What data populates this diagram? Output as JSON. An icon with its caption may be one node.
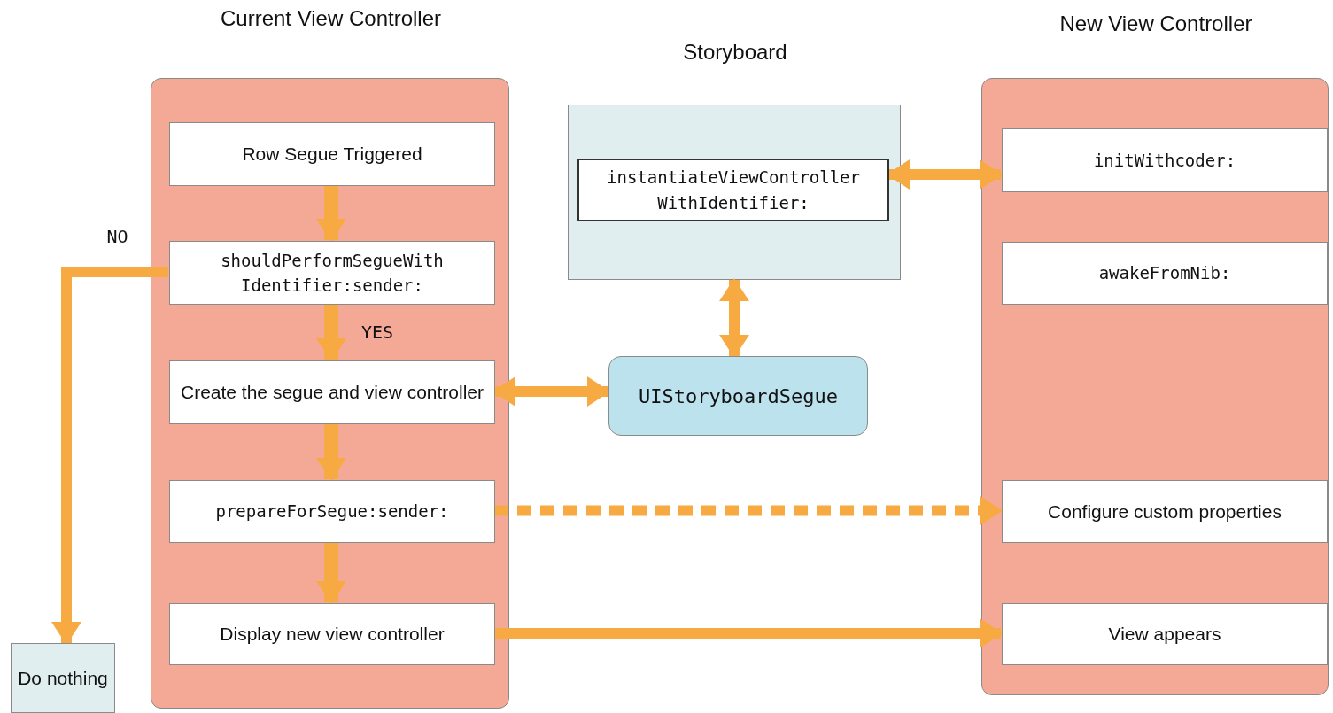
{
  "diagram": {
    "nodes": [
      {
        "text": [
          "Current View Controller"
        ]
      },
      {
        "text": [
          "Row Segue Triggered"
        ],
        "in": 0
      },
      {
        "text": [
          "shouldPerformSegueWith Identifier:sender:"
        ],
        "in": 0
      },
      {
        "text": [
          "Create the segue and view controller"
        ],
        "in": 0
      },
      {
        "text": [
          "prepareForSegue:sender:"
        ],
        "in": 0
      },
      {
        "text": [
          "Display new view controller"
        ],
        "in": 0
      },
      {
        "text": [
          "Storyboard"
        ]
      },
      {
        "text": [
          "instantiateViewController WithIdentifier:"
        ],
        "in": 6
      },
      {
        "text": [
          "UIStoryboardSegue"
        ]
      },
      {
        "text": [
          "New View Controller"
        ]
      },
      {
        "text": [
          "initWithcoder:"
        ],
        "in": 9
      },
      {
        "text": [
          "awakeFromNib:"
        ],
        "in": 9
      },
      {
        "text": [
          "Configure custom properties"
        ],
        "in": 9
      },
      {
        "text": [
          "View appears"
        ],
        "in": 9
      },
      {
        "text": [
          "Do nothing"
        ]
      }
    ],
    "edges": [
      {
        "from": 1,
        "to": 2,
        "arrow": "to"
      },
      {
        "from": 2,
        "to": 3,
        "arrow": "to",
        "label": "YES"
      },
      {
        "from": 3,
        "to": 4,
        "arrow": "to"
      },
      {
        "from": 4,
        "to": 5,
        "arrow": "to"
      },
      {
        "from": 2,
        "to": 14,
        "arrow": "to",
        "label": "NO"
      },
      {
        "from": 7,
        "to": 10,
        "arrow": "both"
      },
      {
        "from": 6,
        "to": 8,
        "arrow": "both"
      },
      {
        "from": 3,
        "to": 8,
        "arrow": "both"
      },
      {
        "from": 4,
        "to": 12,
        "arrow": "to",
        "style": "dashed"
      },
      {
        "from": 5,
        "to": 13,
        "arrow": "to"
      }
    ]
  }
}
